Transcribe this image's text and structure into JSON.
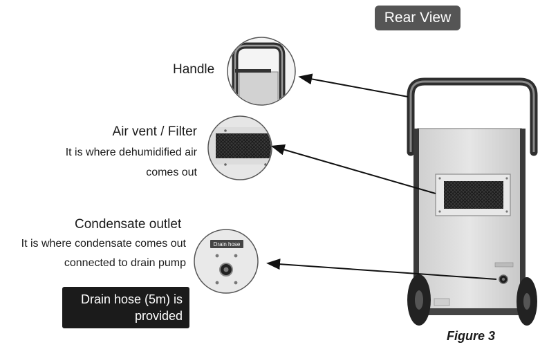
{
  "header": {
    "view_label": "Rear View"
  },
  "callouts": {
    "handle": {
      "title": "Handle"
    },
    "air_vent": {
      "title": "Air vent / Filter",
      "desc_line1": "It is where dehumidified air",
      "desc_line2": "comes out"
    },
    "condensate": {
      "title": "Condensate outlet",
      "desc_line1": "It is where condensate comes out",
      "desc_line2": "connected to drain pump",
      "inset_label": "Drain hose"
    }
  },
  "note": {
    "line1": "Drain hose (5m) is",
    "line2": "provided"
  },
  "figure": {
    "caption": "Figure 3"
  },
  "colors": {
    "badge_bg": "#555555",
    "note_bg": "#1b1b1b",
    "body_panel": "#d9d9d9",
    "frame": "#2e2e2e"
  }
}
